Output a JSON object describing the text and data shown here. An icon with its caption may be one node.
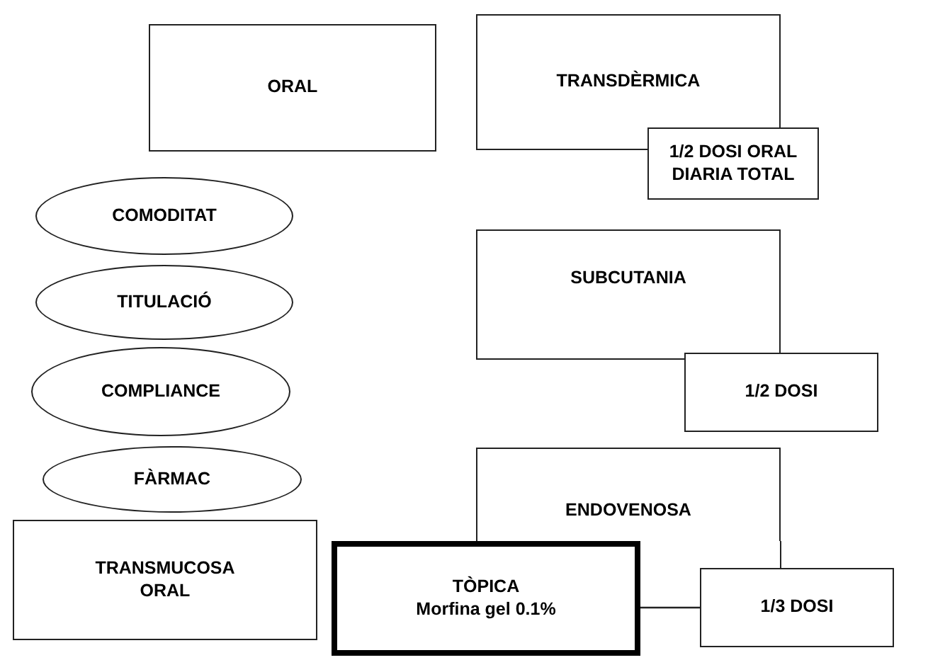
{
  "diagram": {
    "nodes": [
      {
        "text": [
          "ORAL"
        ]
      },
      {
        "text": [
          "TRANSDÈRMICA"
        ]
      },
      {
        "text": [
          "1/2 DOSI ORAL DIARIA TOTAL"
        ]
      },
      {
        "text": [
          "COMODITAT"
        ]
      },
      {
        "text": [
          "TITULACIÓ"
        ]
      },
      {
        "text": [
          "SUBCUTANIA"
        ]
      },
      {
        "text": [
          "1/2 DOSI"
        ]
      },
      {
        "text": [
          "COMPLIANCE"
        ]
      },
      {
        "text": [
          "FÀRMAC"
        ]
      },
      {
        "text": [
          "ENDOVENOSA"
        ]
      },
      {
        "text": [
          "TRANSMUCOSA ORAL"
        ]
      },
      {
        "text": [
          "TÒPICA",
          "Morfina gel 0.1%"
        ]
      },
      {
        "text": [
          "1/3 DOSI"
        ]
      }
    ],
    "edges": [
      {
        "from": 11,
        "to": 12,
        "arrow": "none"
      }
    ]
  }
}
